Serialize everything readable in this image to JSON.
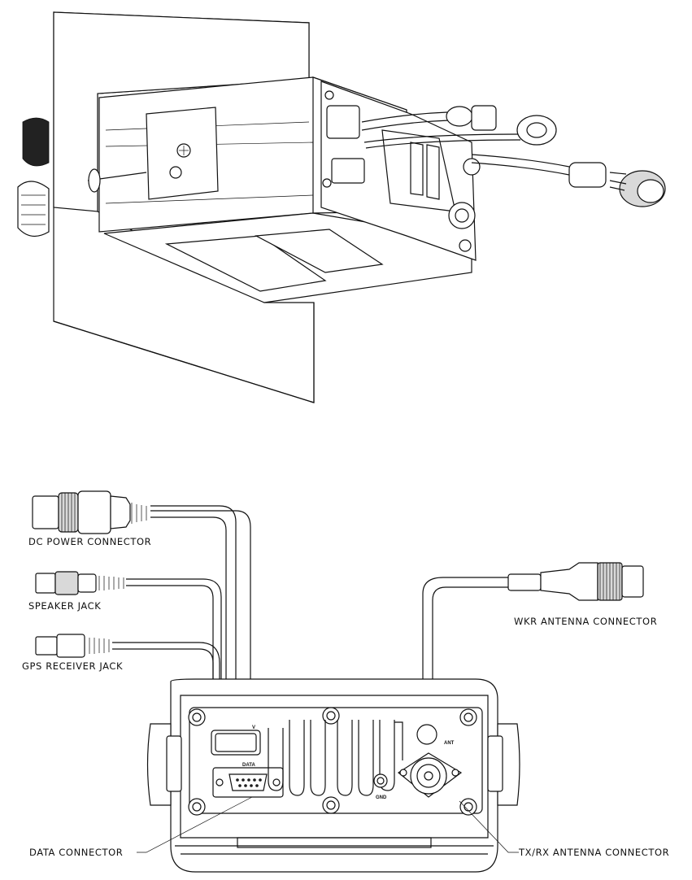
{
  "labels": {
    "dc_power": "DC POWER CONNECTOR",
    "speaker": "SPEAKER JACK",
    "gps": "GPS RECEIVER JACK",
    "wkr_antenna": "WKR ANTENNA CONNECTOR",
    "data_connector": "DATA CONNECTOR",
    "txrx_antenna": "TX/RX ANTENNA CONNECTOR"
  },
  "panel_marks": {
    "data": "DATA",
    "ant": "ANT",
    "gnd": "GND",
    "dcv": "V"
  }
}
